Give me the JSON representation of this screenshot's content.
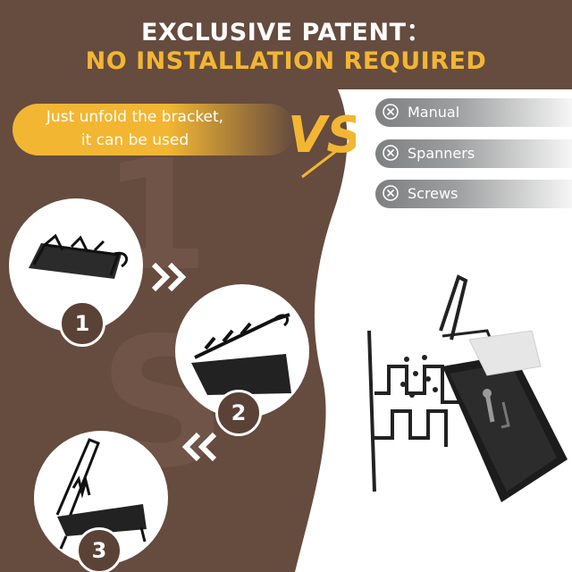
{
  "header": {
    "line1": "EXCLUSIVE PATENT：",
    "line2": "NO INSTALLATION REQUIRED"
  },
  "callout": {
    "line1": "Just unfold the bracket,",
    "line2": "it can be used"
  },
  "vs_label": "VS",
  "comparison_items": [
    {
      "icon": "cross-circle-icon",
      "label": "Manual"
    },
    {
      "icon": "cross-circle-icon",
      "label": "Spanners"
    },
    {
      "icon": "cross-circle-icon",
      "label": "Screws"
    }
  ],
  "steps": [
    {
      "number": "1",
      "image": "folded-bracket"
    },
    {
      "number": "2",
      "image": "unfolding-bracket"
    },
    {
      "number": "3",
      "image": "standing-bracket"
    }
  ],
  "background_numeral": "1 S",
  "colors": {
    "brown": "#664b3f",
    "accent_gold": "#f2b632",
    "gray_tag": "#8a8b8c",
    "white": "#ffffff"
  }
}
